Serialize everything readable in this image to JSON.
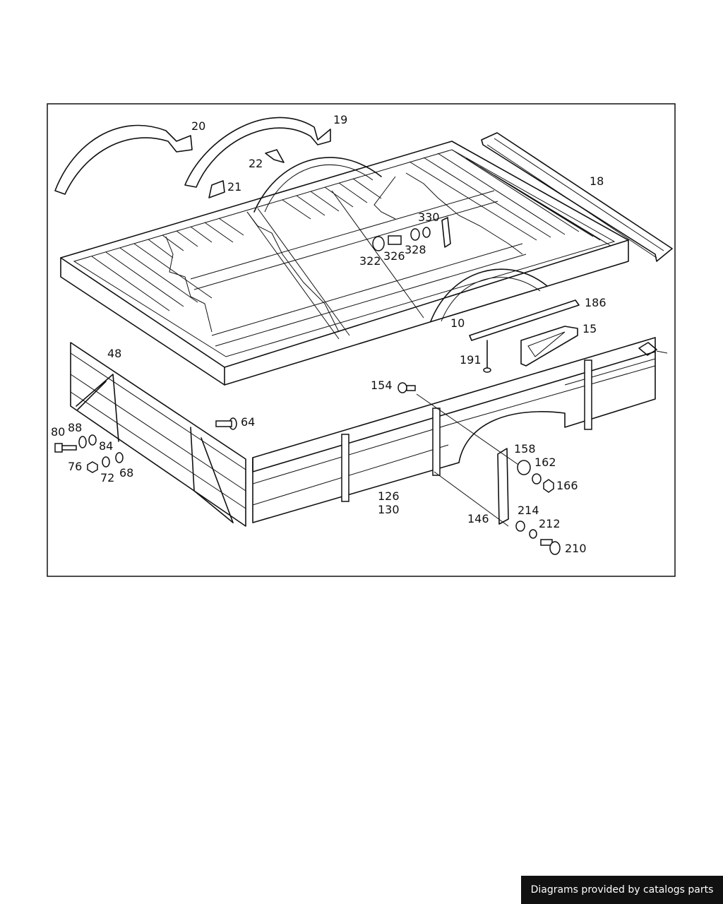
{
  "labels": {
    "p20": "20",
    "p19": "19",
    "p22": "22",
    "p21": "21",
    "p18": "18",
    "p330": "330",
    "p322": "322",
    "p326": "326",
    "p328": "328",
    "p186": "186",
    "p10": "10",
    "p15": "15",
    "p191": "191",
    "p48": "48",
    "p154": "154",
    "p64": "64",
    "p80": "80",
    "p88": "88",
    "p84": "84",
    "p76": "76",
    "p72": "72",
    "p68": "68",
    "p158": "158",
    "p162": "162",
    "p166": "166",
    "p126": "126",
    "p130": "130",
    "p146": "146",
    "p214": "214",
    "p212": "212",
    "p210": "210"
  },
  "credit": "Diagrams provided by catalogs parts"
}
